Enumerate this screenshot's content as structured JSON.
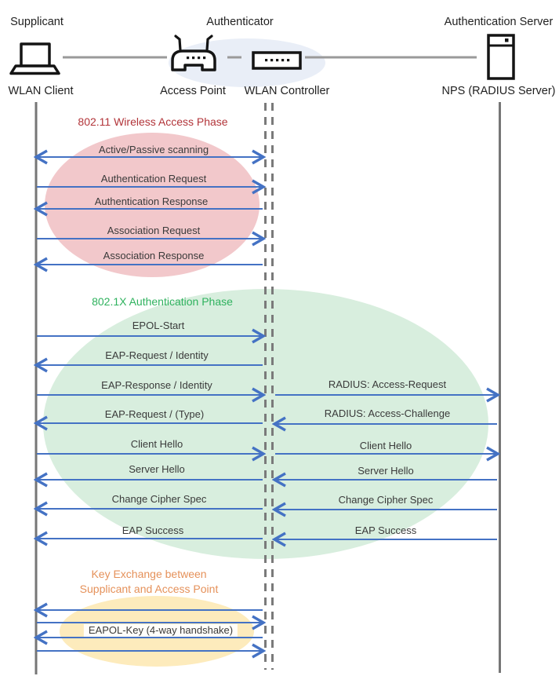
{
  "actors": {
    "roles": [
      "Supplicant",
      "Authenticator",
      "Authentication Server"
    ],
    "devices": [
      "WLAN Client",
      "Access Point",
      "WLAN Controller",
      "NPS (RADIUS Server)"
    ]
  },
  "phases": [
    {
      "title": "802.11 Wireless Access Phase",
      "title_color": "#b23439",
      "ellipse_color": "#f2c8cb"
    },
    {
      "title": "802.1X Authentication Phase",
      "title_color": "#2fb25e",
      "ellipse_color": "#d8eede"
    },
    {
      "title": "Key Exchange between",
      "title_line2": "Supplicant and Access Point",
      "title_color": "#e5915a",
      "ellipse_color": "#fdebbc"
    }
  ],
  "messages": {
    "client_to_controller": [
      {
        "label": "Active/Passive scanning",
        "direction": "both"
      },
      {
        "label": "Authentication Request",
        "direction": "right"
      },
      {
        "label": "Authentication Response",
        "direction": "left"
      },
      {
        "label": "Association Request",
        "direction": "right"
      },
      {
        "label": "Association Response",
        "direction": "left"
      },
      {
        "label": "EPOL-Start",
        "direction": "right"
      },
      {
        "label": "EAP-Request / Identity",
        "direction": "left"
      },
      {
        "label": "EAP-Response / Identity",
        "direction": "right"
      },
      {
        "label": "EAP-Request / (Type)",
        "direction": "left"
      },
      {
        "label": "Client Hello",
        "direction": "right"
      },
      {
        "label": "Server Hello",
        "direction": "left"
      },
      {
        "label": "Change Cipher Spec",
        "direction": "left"
      },
      {
        "label": "EAP Success",
        "direction": "left"
      },
      {
        "label": "EAPOL-Key (4-way handshake)",
        "direction": "left"
      }
    ],
    "controller_to_server": [
      {
        "label": "RADIUS: Access-Request",
        "direction": "right"
      },
      {
        "label": "RADIUS: Access-Challenge",
        "direction": "left"
      },
      {
        "label": "Client Hello",
        "direction": "right"
      },
      {
        "label": "Server Hello",
        "direction": "left"
      },
      {
        "label": "Change Cipher Spec",
        "direction": "left"
      },
      {
        "label": "EAP Success",
        "direction": "left"
      }
    ]
  },
  "colors": {
    "arrow": "#4472c4",
    "lifeline": "#767676",
    "icon": "#141414",
    "authenticator_halo": "#e9eef7"
  }
}
